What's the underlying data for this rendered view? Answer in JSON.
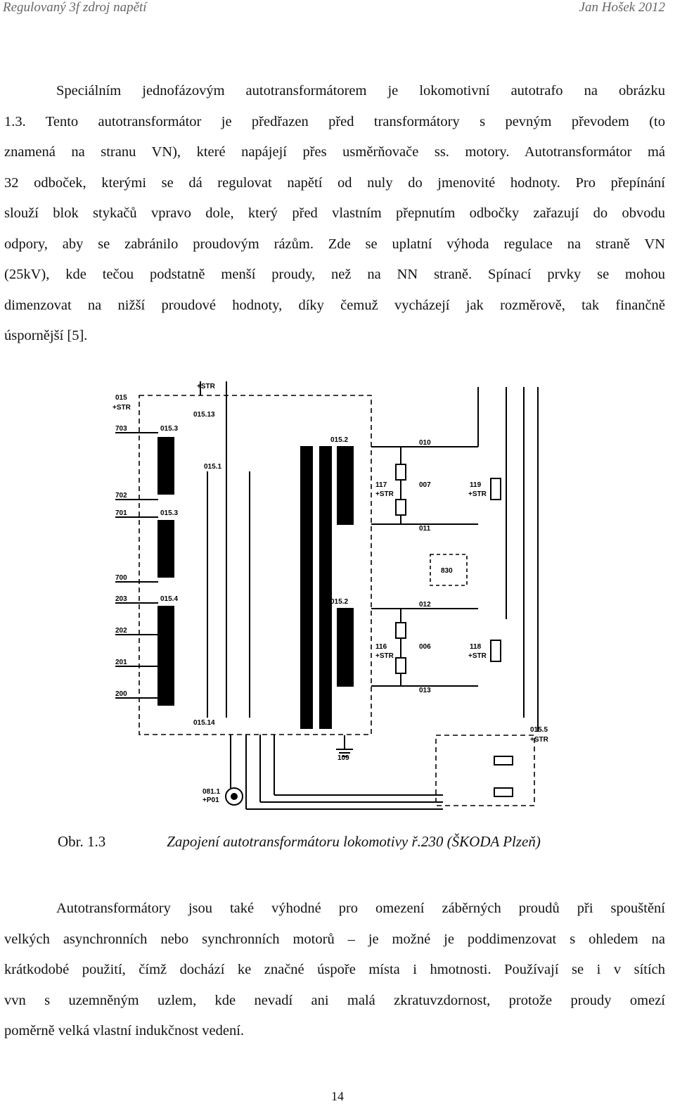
{
  "header": {
    "left": "Regulovaný 3f zdroj napětí",
    "right": "Jan Hošek 2012"
  },
  "paragraph1": [
    "Speciálním jednofázovým autotransformátorem je lokomotivní autotrafo na obrázku",
    "1.3. Tento autotransformátor je předřazen před transformátory s pevným převodem (to",
    "znamená na stranu VN), které napájejí přes usměrňovače ss. motory. Autotransformátor má",
    "32 odboček, kterými se dá regulovat napětí od nuly do jmenovité hodnoty. Pro přepínání",
    "slouží blok stykačů vpravo dole, který před vlastním přepnutím odbočky zařazují do obvodu",
    "odpory, aby se zabránilo proudovým rázům. Zde se uplatní výhoda regulace na straně VN",
    "(25kV), kde tečou podstatně menší proudy, než na NN straně. Spínací prvky se mohou",
    "dimenzovat na nižší proudové hodnoty, díky čemuž vycházejí jak rozměrově, tak finančně",
    "úspornější [5]."
  ],
  "figure": {
    "labels": {
      "top_str": "+STR",
      "n015": "015",
      "str_left": "+STR",
      "n703": "703",
      "n702": "702",
      "n701": "701",
      "n700": "700",
      "n203": "203",
      "n202": "202",
      "n201": "201",
      "n200": "200",
      "n015_3a": "015.3",
      "n015_3b": "015.3",
      "n015_4": "015.4",
      "n015_13": "015.13",
      "n015_1": "015.1",
      "n015_14": "015.14",
      "n015_2a": "015.2",
      "n015_2b": "015.2",
      "n010": "010",
      "n007": "007",
      "n011": "011",
      "n012": "012",
      "n006": "006",
      "n013": "013",
      "n117": "117",
      "s117": "+STR",
      "n116": "116",
      "s116": "+STR",
      "n119": "119",
      "s119": "+STR",
      "n118": "118",
      "s118": "+STR",
      "n830": "830",
      "n015_5": "015.5",
      "s015_5": "+STR",
      "n109": "109",
      "n081": "081.1",
      "n081b": "+P01"
    }
  },
  "caption": {
    "number": "Obr. 1.3",
    "title": "Zapojení autotransformátoru lokomotivy ř.230 (ŠKODA Plzeň)"
  },
  "paragraph2": [
    "Autotransformátory jsou také výhodné pro omezení záběrných proudů při spouštění",
    "velkých asynchronních nebo synchronních motorů – je možné je poddimenzovat s ohledem na",
    "krátkodobé použití, čímž dochází ke značné úspoře místa i hmotnosti. Používají se i v sítích",
    "vvn s uzemněným uzlem, kde nevadí ani malá zkratuvzdornost, protože proudy omezí",
    "poměrně velká vlastní indukčnost vedení."
  ],
  "page_number": "14"
}
